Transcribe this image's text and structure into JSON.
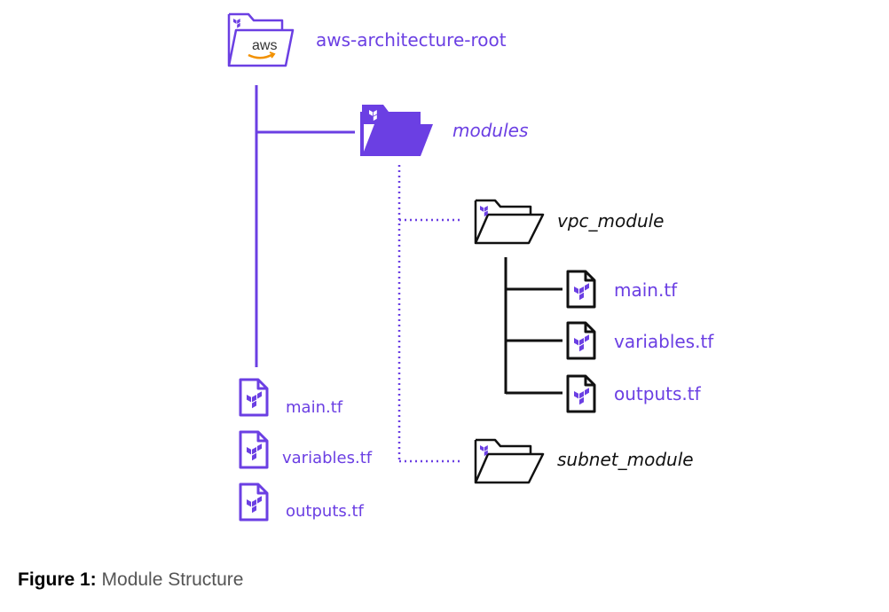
{
  "colors": {
    "accent": "#6b3fe3",
    "ink": "#111111",
    "caption": "#555555"
  },
  "root": {
    "label": "aws-architecture-root",
    "badge": "aws"
  },
  "modules_folder": {
    "label": "modules"
  },
  "vpc_module": {
    "label": "vpc_module",
    "files": [
      "main.tf",
      "variables.tf",
      "outputs.tf"
    ]
  },
  "subnet_module": {
    "label": "subnet_module"
  },
  "root_files": [
    "main.tf",
    "variables.tf",
    "outputs.tf"
  ],
  "caption": {
    "prefix": "Figure 1:",
    "text": "Module Structure"
  },
  "icons": [
    "aws-folder-icon",
    "terraform-folder-icon",
    "terraform-file-icon"
  ]
}
